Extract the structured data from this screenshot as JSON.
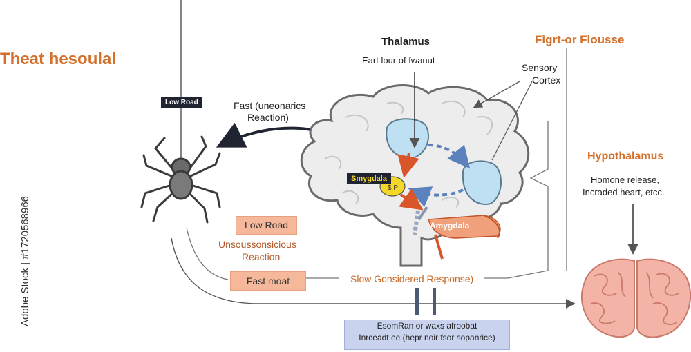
{
  "title": "Theat hesoulal",
  "thalamus": {
    "label": "Thalamus",
    "sub": "Eart lour of fwanut"
  },
  "fight": {
    "label": "Figrt-or Flousse"
  },
  "sensory": {
    "line1": "Sensory",
    "line2": "Cortex"
  },
  "fast": {
    "line1": "Fast (uneonarics",
    "line2": "Reaction)"
  },
  "low_road_tag": "Low Road",
  "amygdala_small": "Smygdala",
  "amygdala_big": "Amygdala",
  "hypothalamus": {
    "label": "Hypothalamus",
    "line1": "Homone release,",
    "line2": "Incraded heart, etcc."
  },
  "low_road_box": "Low Road",
  "unconscious": {
    "line1": "Unsoussonsicious",
    "line2": "Reaction"
  },
  "fast_road_box": "Fast moat",
  "slow_response": "Slow Gonsidered Response)",
  "bottom_box": {
    "line1": "EsomRan or waxs afroobat",
    "line2": "Inrceadt ee (hepr noir fsor sopanrice)"
  },
  "side_id": "Adobe Stock | #1720568966",
  "colors": {
    "accent_orange": "#d4702a",
    "blue_region": "#bfe0f2",
    "arrow_blue": "#5b82bd",
    "arrow_red": "#d9552a",
    "brain_pink": "#f3b3a6"
  }
}
